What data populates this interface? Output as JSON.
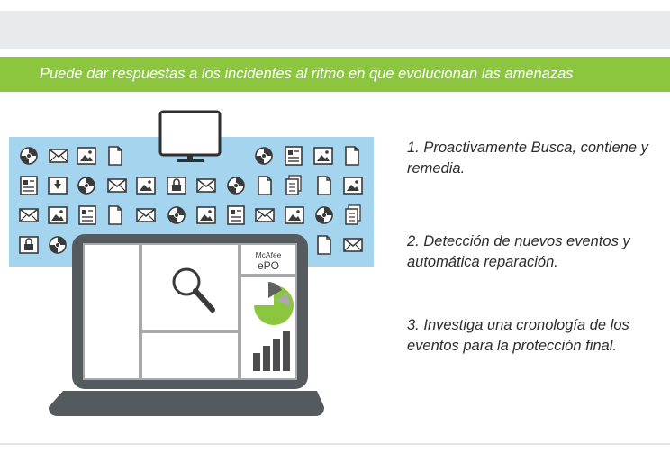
{
  "banner": {
    "text": "Puede dar respuestas a los incidentes al ritmo en que evolucionan las amenazas",
    "color": "#8cc63f"
  },
  "steps": [
    {
      "number": "1.",
      "text": "Proactivamente Busca, contiene y remedia."
    },
    {
      "number": "2.",
      "text": "Detección de nuevos eventos y automática reparación."
    },
    {
      "number": "3.",
      "text": "Investiga una cronología de los eventos para la protección final."
    }
  ],
  "laptop": {
    "brand_line1": "McAfee",
    "brand_line2": "ePO",
    "icons": [
      "search-icon",
      "pie-chart-icon",
      "bar-chart-icon"
    ]
  },
  "icon_field": {
    "color": "#a5d4ef",
    "icon_types": [
      "disc-icon",
      "envelope-icon",
      "image-icon",
      "document-icon",
      "download-icon",
      "lock-icon",
      "id-card-icon",
      "file-stack-icon"
    ]
  },
  "colors": {
    "accent_green": "#8cc63f",
    "light_blue": "#a5d4ef",
    "dark_gray": "#555a5f",
    "mid_gray": "#a7a9ac",
    "chart_dark": "#4d4d4f"
  }
}
